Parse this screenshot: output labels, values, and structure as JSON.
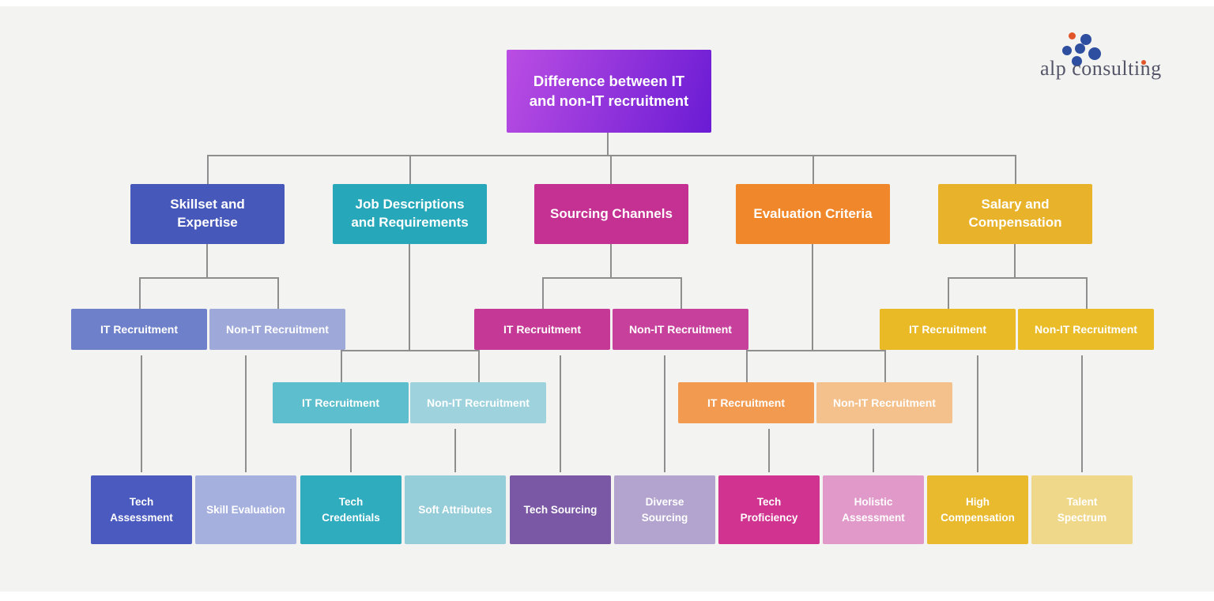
{
  "page": {
    "background": "#f3f3f1",
    "edge_strip": "#ffffff"
  },
  "palette": {
    "connector": "#8e8e8e"
  },
  "logo": {
    "text": "alp consulting",
    "text_color": "#55556a",
    "icon_blue": "#2e4f9f",
    "icon_red": "#e2552b"
  },
  "tree": {
    "root": {
      "label": "Difference between IT and non-IT recruitment",
      "gradient": [
        "#bb4ee3",
        "#6a1bd4"
      ]
    },
    "branches": [
      {
        "label": "Skillset and Expertise",
        "color": "#4758bb",
        "children": [
          {
            "label": "IT Recruitment",
            "color": "#6d80c9"
          },
          {
            "label": "Non-IT Recruitment",
            "color": "#9ea9da"
          }
        ]
      },
      {
        "label": "Job Descriptions and Requirements",
        "color": "#27a8ba",
        "children": [
          {
            "label": "IT Recruitment",
            "color": "#5dbecd"
          },
          {
            "label": "Non-IT Recruitment",
            "color": "#9ed3de"
          }
        ]
      },
      {
        "label": "Sourcing Channels",
        "color": "#c53193",
        "children": [
          {
            "label": "IT Recruitment",
            "color": "#c63896"
          },
          {
            "label": "Non-IT Recruitment",
            "color": "#c7419c"
          }
        ]
      },
      {
        "label": "Evaluation Criteria",
        "color": "#f0882b",
        "children": [
          {
            "label": "IT Recruitment",
            "color": "#f29a50"
          },
          {
            "label": "Non-IT Recruitment",
            "color": "#f4c08b"
          }
        ]
      },
      {
        "label": "Salary and Compensation",
        "color": "#e8b32a",
        "children": [
          {
            "label": "IT Recruitment",
            "color": "#e9ba25"
          },
          {
            "label": "Non-IT Recruitment",
            "color": "#eabc28"
          }
        ]
      }
    ],
    "leaves": [
      {
        "label": "Tech Assessment",
        "color": "#4a5abf"
      },
      {
        "label": "Skill Evaluation",
        "color": "#a6b0de"
      },
      {
        "label": "Tech Credentials",
        "color": "#30acbf"
      },
      {
        "label": "Soft Attributes",
        "color": "#95cdd9"
      },
      {
        "label": "Tech Sourcing",
        "color": "#7a58a6"
      },
      {
        "label": "Diverse Sourcing",
        "color": "#b3a4cf"
      },
      {
        "label": "Tech Proficiency",
        "color": "#d13390"
      },
      {
        "label": "Holistic Assessment",
        "color": "#e199c9"
      },
      {
        "label": "High Compensation",
        "color": "#e9ba2e"
      },
      {
        "label": "Talent Spectrum",
        "color": "#f0d88b"
      }
    ]
  }
}
